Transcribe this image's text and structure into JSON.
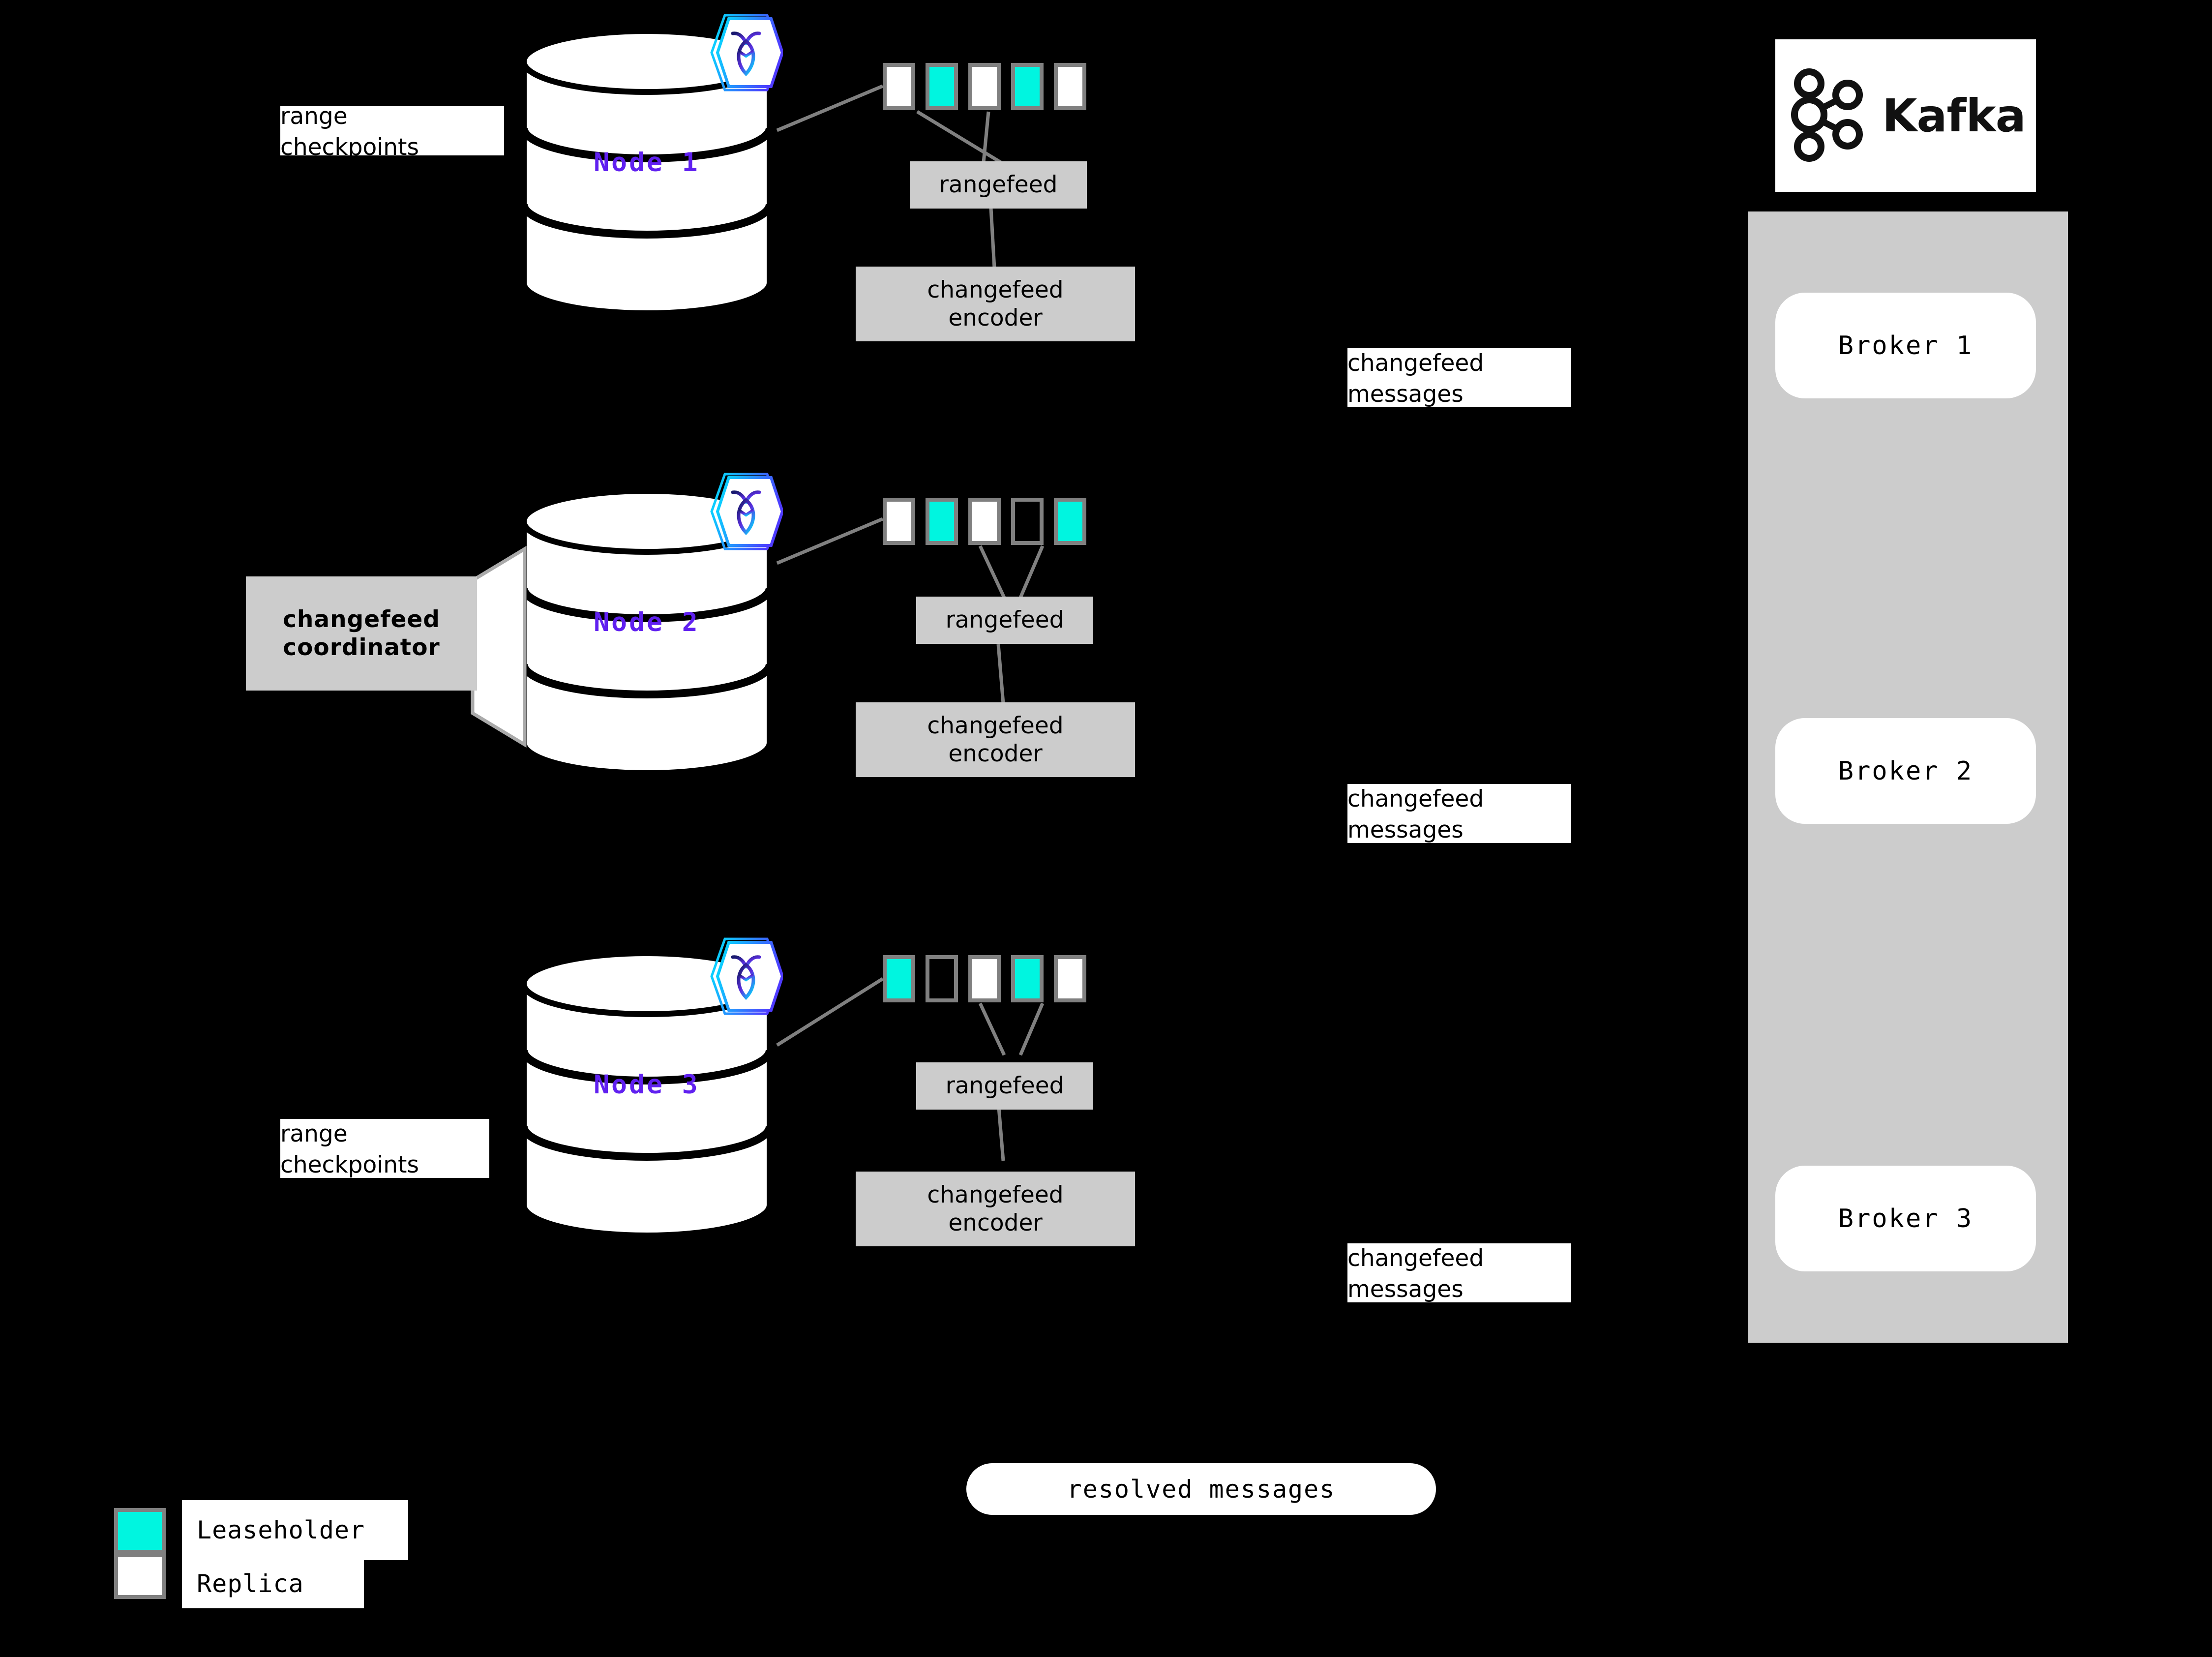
{
  "diagram": {
    "title": "CockroachDB changefeed to Kafka architecture",
    "background": "#000000",
    "colors": {
      "leaseholder": "#00f5e0",
      "replica": "#ffffff",
      "range_border": "#808080",
      "process_box": "#cccccc",
      "node_label": "#6020f0",
      "kafka_panel": "#cccccc"
    }
  },
  "nodes": [
    {
      "label": "Node 1",
      "logo_icon": "cockroachdb-hex-icon",
      "ranges": [
        "replica",
        "leaseholder",
        "replica",
        "leaseholder",
        "replica"
      ],
      "rangefeed_label": "rangefeed",
      "encoder_label": "changefeed\nencoder",
      "encoder_line1": "changefeed",
      "encoder_line2": "encoder",
      "annotation": {
        "line1": "range",
        "line2": "checkpoints"
      }
    },
    {
      "label": "Node 2",
      "logo_icon": "cockroachdb-hex-icon",
      "ranges": [
        "replica",
        "leaseholder",
        "replica",
        "empty",
        "leaseholder"
      ],
      "rangefeed_label": "rangefeed",
      "encoder_line1": "changefeed",
      "encoder_line2": "encoder",
      "coordinator": {
        "line1": "changefeed",
        "line2": "coordinator"
      }
    },
    {
      "label": "Node 3",
      "logo_icon": "cockroachdb-hex-icon",
      "ranges": [
        "leaseholder",
        "empty",
        "replica",
        "leaseholder",
        "replica"
      ],
      "rangefeed_label": "rangefeed",
      "encoder_line1": "changefeed",
      "encoder_line2": "encoder",
      "annotation": {
        "line1": "range",
        "line2": "checkpoints"
      }
    }
  ],
  "message_labels": [
    {
      "line1": "changefeed",
      "line2": "messages"
    },
    {
      "line1": "changefeed",
      "line2": "messages"
    },
    {
      "line1": "changefeed",
      "line2": "messages"
    }
  ],
  "kafka": {
    "logo_text": "Kafka",
    "logo_icon": "kafka-nodes-icon",
    "brokers": [
      "Broker 1",
      "Broker 2",
      "Broker 3"
    ]
  },
  "resolved": {
    "label": "resolved messages"
  },
  "legend": {
    "items": [
      {
        "label": "Leaseholder",
        "color": "#00f5e0"
      },
      {
        "label": "Replica",
        "color": "#ffffff"
      }
    ]
  }
}
